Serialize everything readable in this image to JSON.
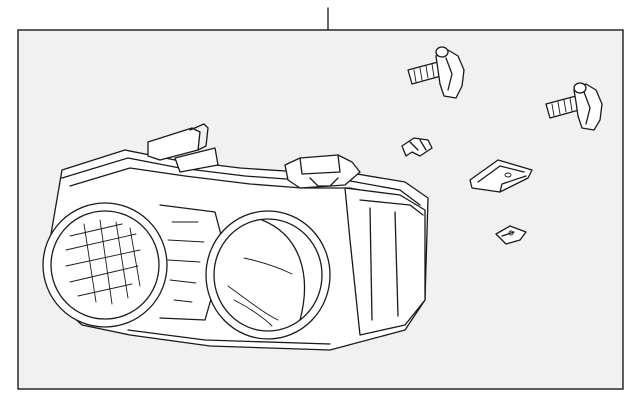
{
  "diagram": {
    "background_color": "#f1f1f1",
    "line_color": "#1a1a1a",
    "callout_label": "",
    "parts": [
      {
        "id": "headlamp-assembly",
        "icon": "headlamp-icon"
      },
      {
        "id": "mounting-bolt-left",
        "icon": "bolt-icon"
      },
      {
        "id": "mounting-bolt-right",
        "icon": "bolt-icon"
      },
      {
        "id": "adjuster-clip",
        "icon": "clip-icon"
      },
      {
        "id": "bracket-plate",
        "icon": "bracket-icon"
      },
      {
        "id": "retainer-nut",
        "icon": "nut-icon"
      }
    ]
  }
}
